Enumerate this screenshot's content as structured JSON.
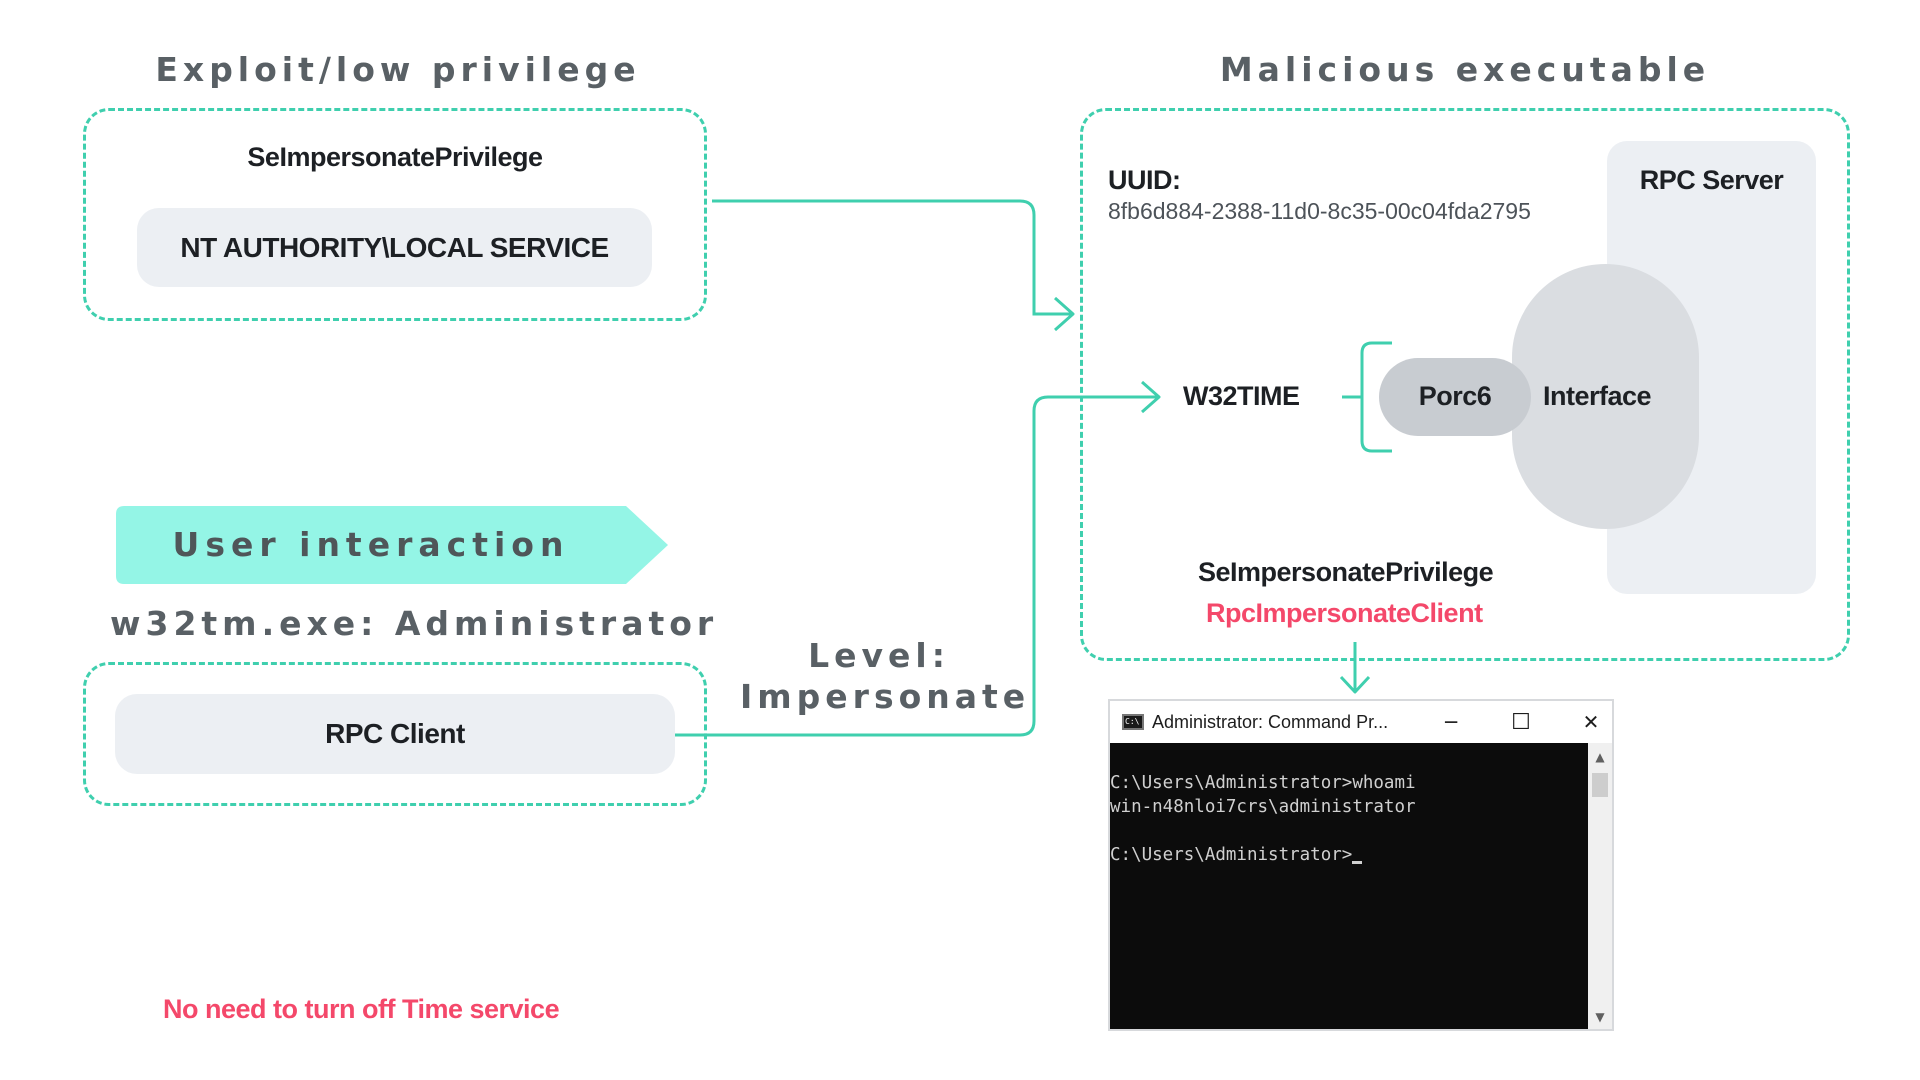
{
  "colors": {
    "accent_teal": "#3fcfae",
    "banner_mint": "#94f5e6",
    "warning_red": "#f4486a",
    "pill_gray": "#eceff3",
    "shape_gray": "#cfd3d8"
  },
  "left": {
    "exploit_title": "Exploit/low privilege",
    "exploit_privilege": "SeImpersonatePrivilege",
    "exploit_account": "NT AUTHORITY\\LOCAL SERVICE",
    "banner": "User interaction",
    "client_title": "w32tm.exe: Administrator",
    "client_pill": "RPC Client",
    "footnote": "No need to turn off Time service"
  },
  "connector": {
    "level_line1": "Level:",
    "level_line2": "Impersonate"
  },
  "right": {
    "title": "Malicious executable",
    "uuid_label": "UUID:",
    "uuid_value": "8fb6d884-2388-11d0-8c35-00c04fda2795",
    "rpc_server": "RPC Server",
    "endpoint": "W32TIME",
    "proc": "Porc6",
    "interface": "Interface",
    "privilege": "SeImpersonatePrivilege",
    "api_call": "RpcImpersonateClient"
  },
  "cmd_window": {
    "title": "Administrator: Command Pr...",
    "icon_text": "C:\\",
    "minimize": "─",
    "maximize": "☐",
    "close": "✕",
    "lines": [
      "C:\\Users\\Administrator>whoami",
      "win-n48nloi7crs\\administrator",
      "",
      "C:\\Users\\Administrator>"
    ]
  },
  "icons": {
    "arrowhead": "chevron-right-icon",
    "down_arrowhead": "chevron-down-icon",
    "brace": "left-brace-icon"
  }
}
